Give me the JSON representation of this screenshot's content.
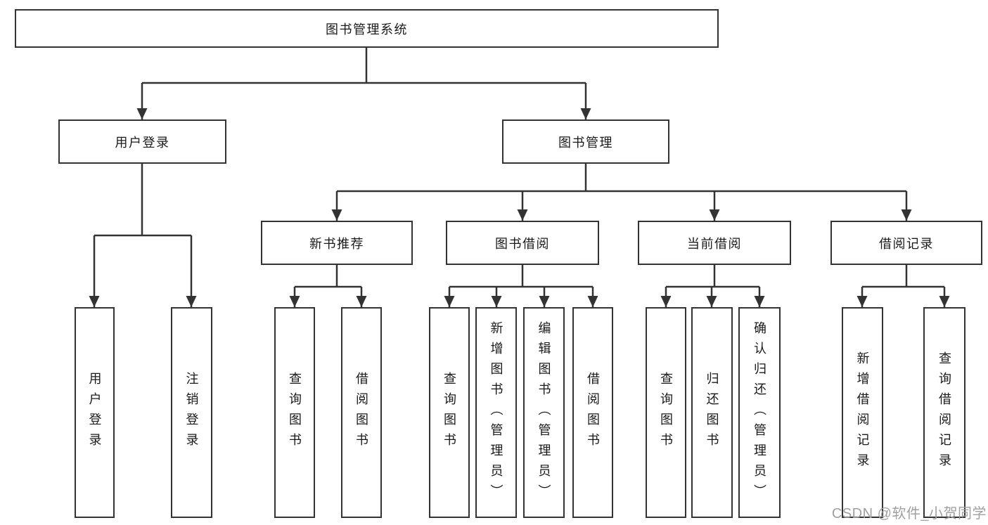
{
  "diagram": {
    "root": {
      "label": "图书管理系统"
    },
    "branches": [
      {
        "label": "用户登录",
        "children": [
          {
            "label": "用户登录"
          },
          {
            "label": "注销登录"
          }
        ]
      },
      {
        "label": "图书管理",
        "children": [
          {
            "label": "新书推荐",
            "children": [
              {
                "label": "查询图书"
              },
              {
                "label": "借阅图书"
              }
            ]
          },
          {
            "label": "图书借阅",
            "children": [
              {
                "label": "查询图书"
              },
              {
                "label": "新增图书（管理员）"
              },
              {
                "label": "编辑图书（管理员）"
              },
              {
                "label": "借阅图书"
              }
            ]
          },
          {
            "label": "当前借阅",
            "children": [
              {
                "label": "查询图书"
              },
              {
                "label": "归还图书"
              },
              {
                "label": "确认归还（管理员）"
              }
            ]
          },
          {
            "label": "借阅记录",
            "children": [
              {
                "label": "新增借阅记录"
              },
              {
                "label": "查询借阅记录"
              }
            ]
          }
        ]
      }
    ]
  },
  "colors": {
    "line": "#333333",
    "box_border": "#333333",
    "text": "#1a1a1a",
    "background": "#ffffff",
    "watermark": "#a0a0a0"
  },
  "watermark": "CSDN @软件_小贺同学"
}
